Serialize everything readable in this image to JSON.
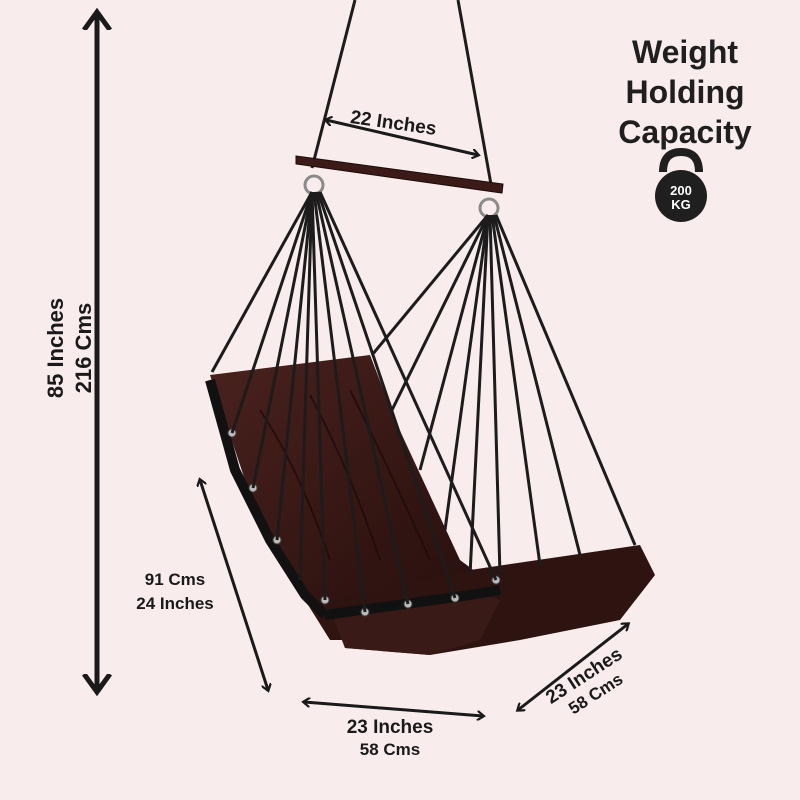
{
  "capacity": {
    "heading_line1": "Weight",
    "heading_line2": "Holding",
    "heading_line3": "Capacity",
    "badge_value": "200",
    "badge_unit": "KG"
  },
  "dimensions": {
    "height_in": "85 Inches",
    "height_cm": "216 Cms",
    "top_width": "22 Inches",
    "back_cm": "91 Cms",
    "back_in": "24 Inches",
    "seat_width_in": "23 Inches",
    "seat_width_cm": "58 Cms",
    "seat_depth_in": "23 Inches",
    "seat_depth_cm": "58 Cms"
  },
  "colors": {
    "background": "#f8ecec",
    "cushion": "#3b1a17",
    "rope": "#1c1c1c",
    "arrow": "#1a1a1a"
  }
}
